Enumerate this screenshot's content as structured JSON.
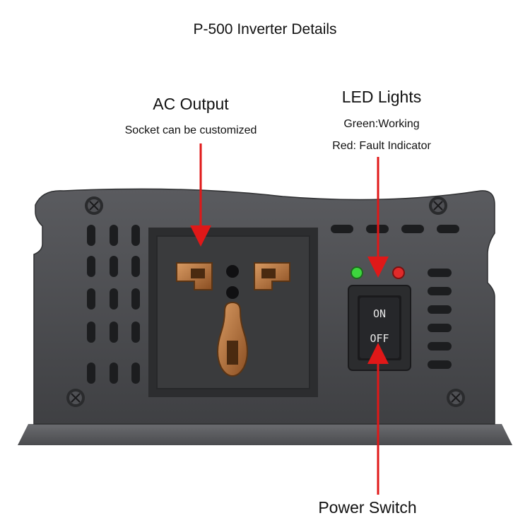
{
  "title": "P-500 Inverter Details",
  "callouts": {
    "ac_output": {
      "title": "AC Output",
      "subtitle": "Socket can be customized"
    },
    "led_lights": {
      "title": "LED Lights",
      "green": "Green:Working",
      "red": "Red: Fault Indicator"
    },
    "power_switch": {
      "title": "Power Switch"
    }
  },
  "switch": {
    "on": "ON",
    "off": "OFF"
  },
  "colors": {
    "arrow": "#e01818",
    "panel": "#4a4b4e",
    "socket": "#3a3b3d",
    "led_green": "#3dd63d",
    "led_red": "#e02a2a",
    "copper": "#b8723a"
  },
  "icons": [
    "screw-icon",
    "vent-slot-icon",
    "arrow-icon"
  ]
}
